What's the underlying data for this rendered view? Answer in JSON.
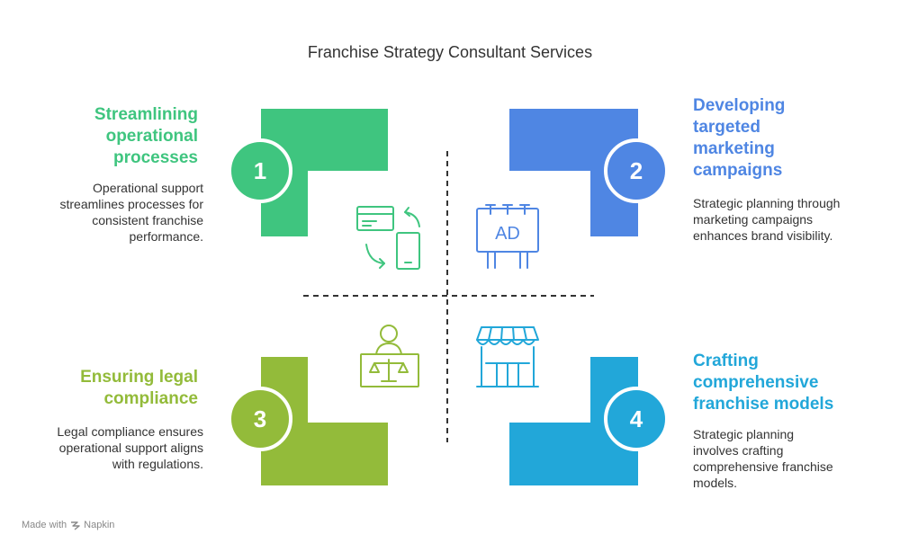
{
  "title": "Franchise Strategy Consultant Services",
  "steps": [
    {
      "number": "1",
      "heading": [
        "Streamlining",
        "operational",
        "processes"
      ],
      "description": [
        "Operational support",
        "streamlines processes for",
        "consistent franchise",
        "performance."
      ],
      "color": "#3fc57f",
      "icon": "transfer-icon"
    },
    {
      "number": "2",
      "heading": [
        "Developing",
        "targeted",
        "marketing",
        "campaigns"
      ],
      "description": [
        "Strategic planning through",
        "marketing campaigns",
        "enhances brand visibility."
      ],
      "color": "#4f86e3",
      "icon": "billboard-icon",
      "icon_text": "AD"
    },
    {
      "number": "3",
      "heading": [
        "Ensuring legal",
        "compliance"
      ],
      "description": [
        "Legal compliance ensures",
        "operational support aligns",
        "with regulations."
      ],
      "color": "#93bb3a",
      "icon": "judge-scales-icon"
    },
    {
      "number": "4",
      "heading": [
        "Crafting",
        "comprehensive",
        "franchise models"
      ],
      "description": [
        "Strategic planning",
        "involves crafting",
        "comprehensive franchise",
        "models."
      ],
      "color": "#22a7d9",
      "icon": "storefront-icon"
    }
  ],
  "footer": {
    "prefix": "Made with",
    "brand": "Napkin"
  }
}
